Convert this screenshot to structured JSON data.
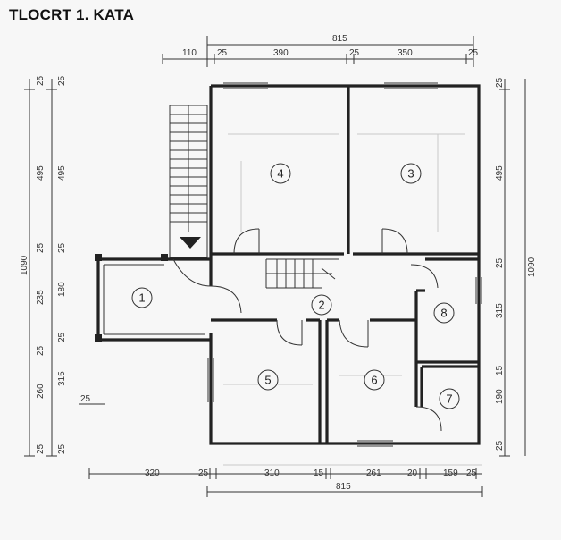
{
  "title": "TLOCRT 1. KATA",
  "rooms": [
    {
      "label": "1"
    },
    {
      "label": "2"
    },
    {
      "label": "3"
    },
    {
      "label": "4"
    },
    {
      "label": "5"
    },
    {
      "label": "6"
    },
    {
      "label": "7"
    },
    {
      "label": "8"
    }
  ],
  "dimensions": {
    "top_total": "815",
    "top_segments": [
      "110",
      "25",
      "390",
      "25",
      "350",
      "25"
    ],
    "bottom_segments": [
      "320",
      "25",
      "310",
      "15",
      "261",
      "20",
      "159",
      "25"
    ],
    "bottom_total": "815",
    "left_outer": [
      "25",
      "495",
      "25",
      "235",
      "25",
      "260",
      "25"
    ],
    "left_total": "1090",
    "left_inner": [
      "25",
      "495",
      "25",
      "180",
      "25",
      "315",
      "25"
    ],
    "right_total": "1090",
    "right_segments": [
      "25",
      "495",
      "25",
      "315",
      "15",
      "190",
      "25"
    ],
    "side_note": "25"
  }
}
